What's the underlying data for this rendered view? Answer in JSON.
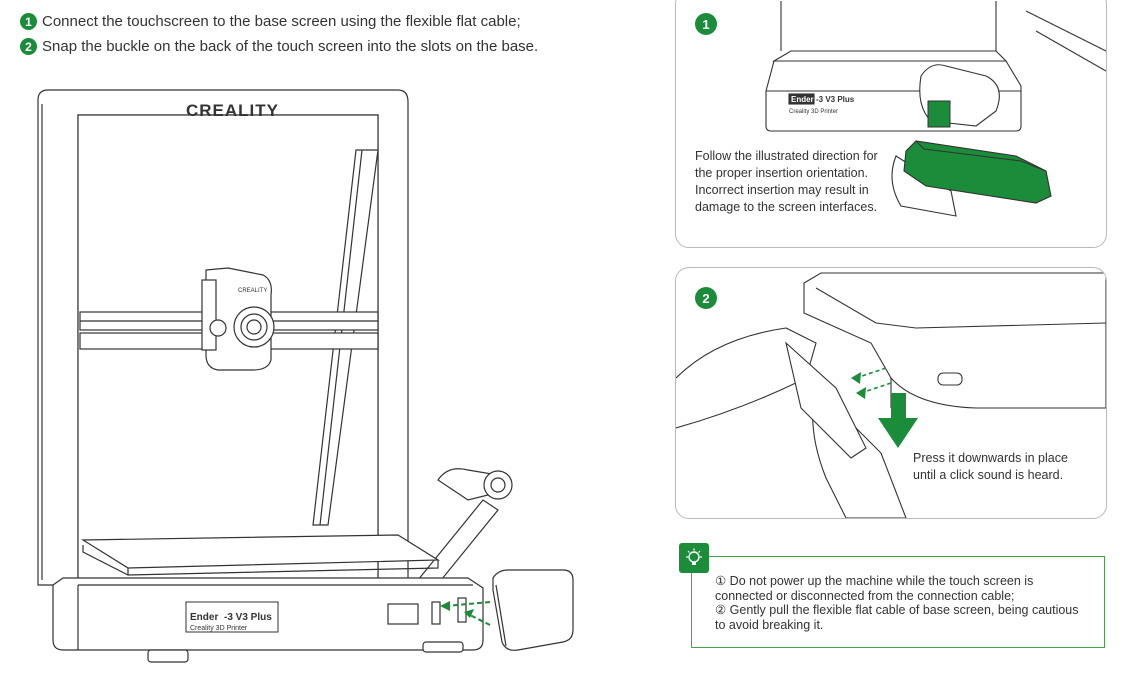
{
  "instructions": [
    {
      "number": "1",
      "text": "Connect the touchscreen to the base screen using the flexible flat cable;"
    },
    {
      "number": "2",
      "text": "Snap the buckle on the back of the touch screen into the slots on the base."
    }
  ],
  "printer": {
    "brand_logo": "CREALITY",
    "gantry_logo": "CREALITY",
    "model_badge": "Ender",
    "model_name": "-3 V3 Plus",
    "model_sub": "Creality 3D Printer"
  },
  "panels": [
    {
      "number": "1",
      "note": "Follow the illustrated direction for the proper insertion orientation. Incorrect insertion may result in damage to the screen interfaces.",
      "model_badge": "Ender",
      "model_name": "-3 V3 Plus",
      "model_sub": "Creality 3D Printer"
    },
    {
      "number": "2",
      "note": "Press it downwards in place until a click sound is heard."
    }
  ],
  "tip": {
    "icon": "lightbulb-icon",
    "lines": [
      "① Do not power up the machine while the touch screen is connected or disconnected from the connection cable;",
      "② Gently pull the flexible flat cable of base screen, being cautious to avoid breaking it."
    ]
  },
  "colors": {
    "accent_green": "#1a8c3a",
    "tip_border": "#4aa34c",
    "line": "#333333"
  }
}
